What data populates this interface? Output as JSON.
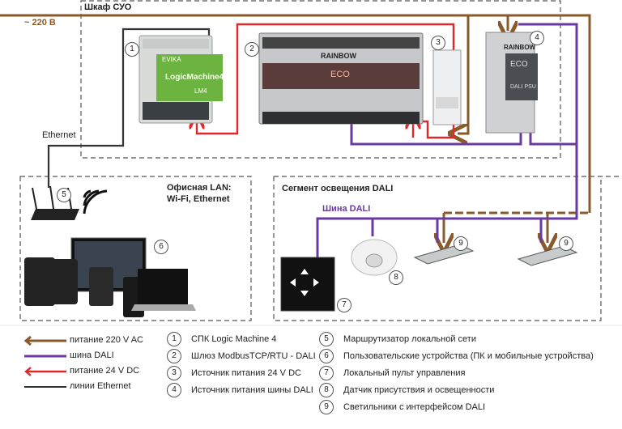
{
  "cabinet_title": "Шкаф СУО",
  "voltage_label": "~ 220 В",
  "ethernet_label": "Ethernet",
  "office_lan_title_line1": "Офисная LAN:",
  "office_lan_title_line2": "Wi-Fi, Ethernet",
  "dali_segment_title": "Сегмент освещения DALI",
  "dali_bus_label": "Шина DALI",
  "device_texts": {
    "lm4_brand": "EVIKA",
    "lm4_model": "LogicMachine4",
    "lm4_sub": "LM4",
    "gw_brand": "RAINBOW",
    "gw_model": "ECO",
    "ps_brand": "RAINBOW",
    "ps_model": "ECO",
    "ps_sub": "DALI PSU"
  },
  "markers": [
    "1",
    "2",
    "3",
    "4",
    "5",
    "6",
    "7",
    "8",
    "9",
    "9"
  ],
  "legend": [
    {
      "label": "питание 220 V AC",
      "color": "#8B5A2B"
    },
    {
      "label": "шина DALI",
      "color": "#6A3AA0"
    },
    {
      "label": "питание 24 V DC",
      "color": "#E0282A"
    },
    {
      "label": "линии Ethernet",
      "color": "#333333"
    }
  ],
  "key_left": [
    {
      "num": "1",
      "text": "СПК Logic Machine 4"
    },
    {
      "num": "2",
      "text": "Шлюз ModbusTCP/RTU - DALI"
    },
    {
      "num": "3",
      "text": "Источник питания 24 V DC"
    },
    {
      "num": "4",
      "text": "Источник питания шины DALI"
    }
  ],
  "key_right": [
    {
      "num": "5",
      "text": "Маршрутизатор локальной сети"
    },
    {
      "num": "6",
      "text": "Пользовательские устройства (ПК и мобильные устройства)"
    },
    {
      "num": "7",
      "text": "Локальный пульт управления"
    },
    {
      "num": "8",
      "text": "Датчик присутствия и освещенности"
    },
    {
      "num": "9",
      "text": "Светильники с интерфейсом DALI"
    }
  ]
}
